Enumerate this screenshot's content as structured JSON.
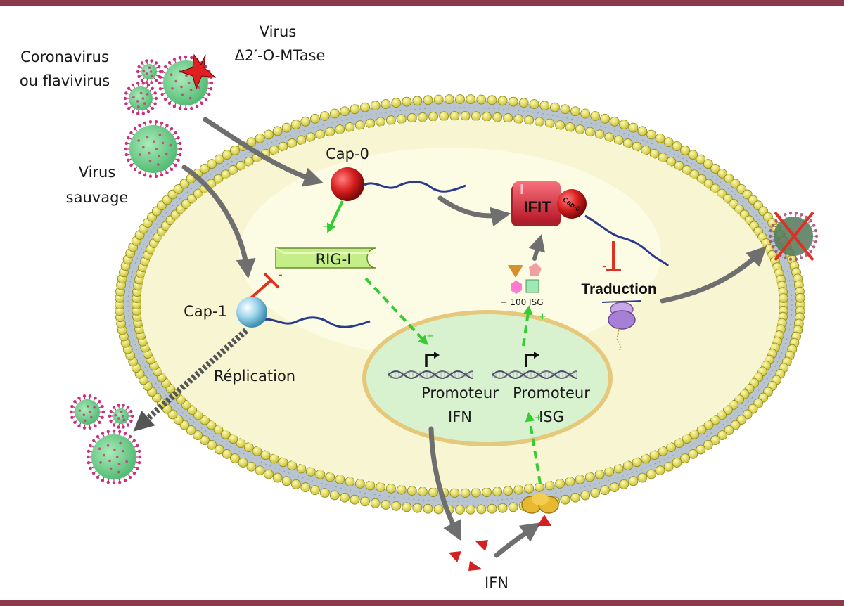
{
  "labels": {
    "virus_mutant_line1": "Virus",
    "virus_mutant_line2": "Δ2′-O-MTase",
    "coronavirus_line1": "Coronavirus",
    "coronavirus_line2": "ou flavivirus",
    "wild_virus_line1": "Virus",
    "wild_virus_line2": "sauvage",
    "cap0": "Cap-0",
    "cap1": "Cap-1",
    "rigi": "RIG-I",
    "ifit": "IFIT",
    "ifit_cap": "Cap-0",
    "replication": "Réplication",
    "isg_count": "+ 100 ISG",
    "traduction": "Traduction",
    "promoter_ifn_line1": "Promoteur",
    "promoter_ifn_line2": "IFN",
    "promoter_isg_line1": "Promoteur",
    "promoter_isg_line2": "ISG",
    "ifn": "IFN",
    "plus": "+",
    "minus": "-"
  },
  "colors": {
    "frame_bar": "#8a3a4a",
    "cytoplasm": "#f8f6d2",
    "nucleus": "#d8f2d0",
    "lipid_head": "#ece66a",
    "lipid_tail": "#b8c4d0",
    "virus_body": "#7fd69a",
    "virus_spike": "#c8327a",
    "cap0": "#d81f1f",
    "cap1": "#8fcde6",
    "rna": "#2b3a8f",
    "rigi": "#c4ee88",
    "ifit": "#e33a4a",
    "activation": "#33cc33",
    "inhibition": "#e03020",
    "arrow_grey": "#707070",
    "ifn_triangle": "#d42020",
    "receptor": "#e8b830"
  },
  "icons": [
    "virus-icon",
    "star-mutation-icon",
    "cap0-sphere-icon",
    "cap1-sphere-icon",
    "rig-i-receptor-icon",
    "ifit-protein-icon",
    "isg-protein-shapes-icon",
    "ribosome-icon",
    "dna-helix-icon",
    "transcription-start-arrow-icon",
    "ifn-receptor-icon",
    "ifn-triangle-icon",
    "crossed-virus-icon"
  ]
}
